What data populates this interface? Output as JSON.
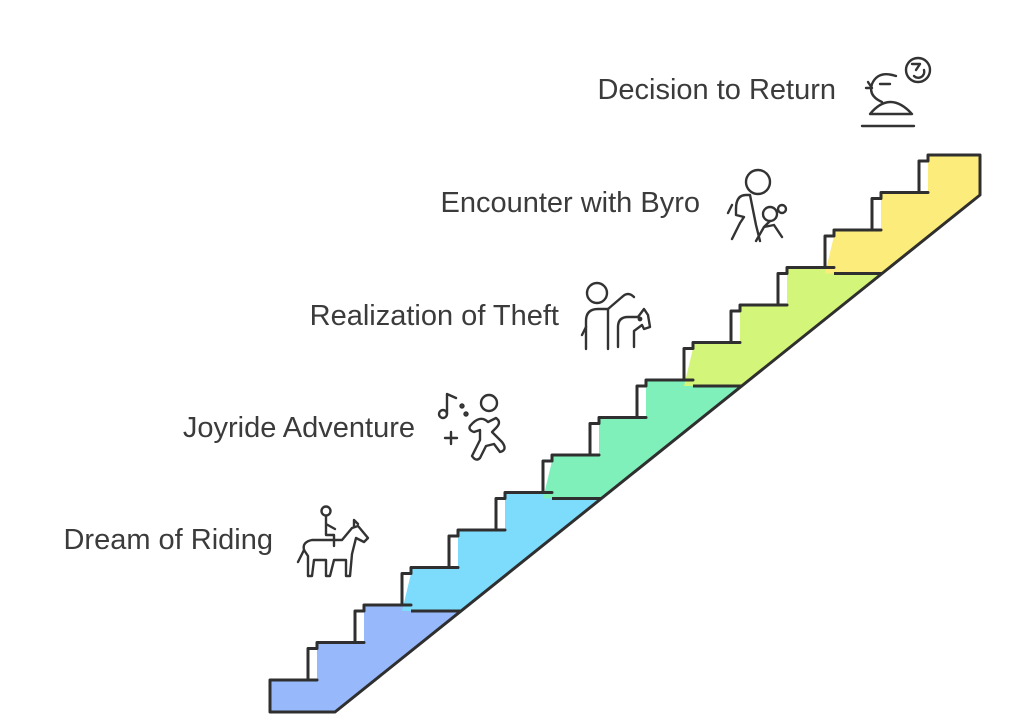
{
  "steps": [
    {
      "label": "Dream of Riding",
      "icon": "horse-rider-icon",
      "color": "#97b9fb"
    },
    {
      "label": "Joyride Adventure",
      "icon": "dancing-person-music-icon",
      "color": "#7ddcfb"
    },
    {
      "label": "Realization of Theft",
      "icon": "person-with-dog-icon",
      "color": "#80f0bb"
    },
    {
      "label": "Encounter with Byro",
      "icon": "adult-and-child-icon",
      "color": "#d3f57a"
    },
    {
      "label": "Decision to Return",
      "icon": "person-turning-back-icon",
      "color": "#fcec7b"
    }
  ],
  "outline_color": "#2f2f2f"
}
